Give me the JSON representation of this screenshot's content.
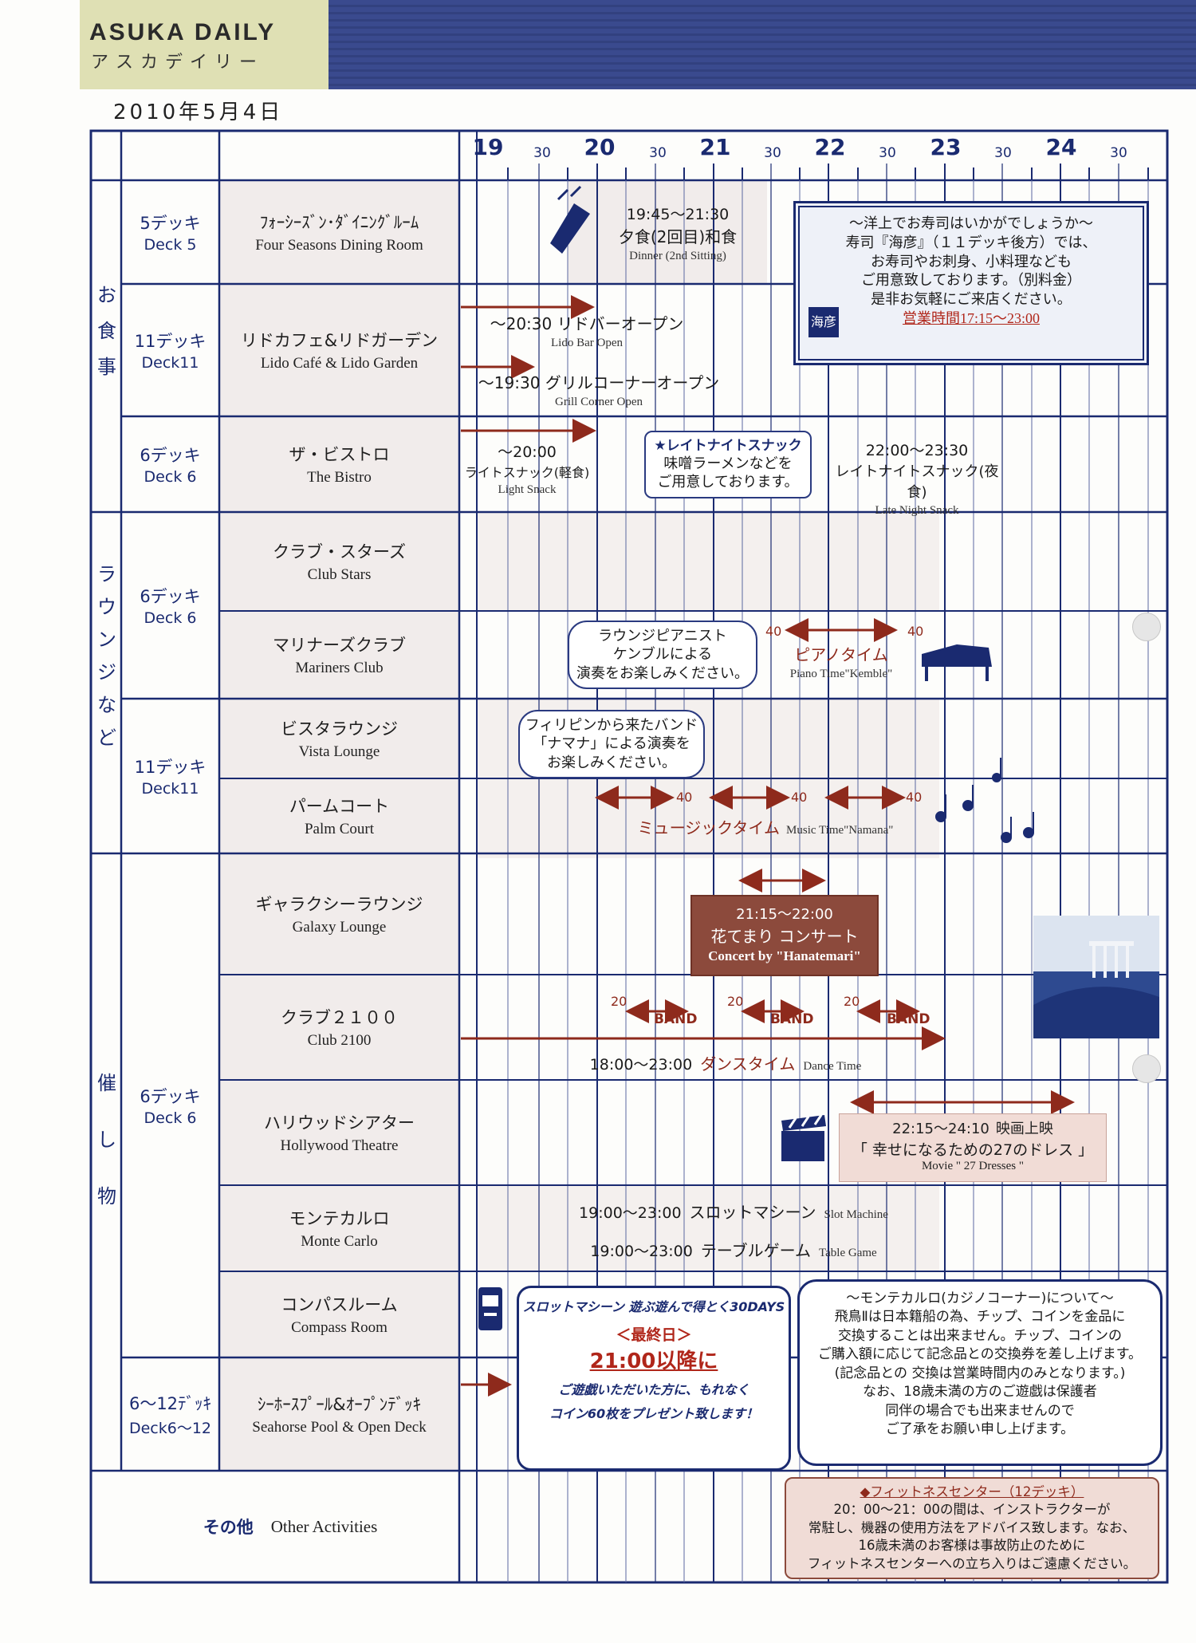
{
  "header": {
    "brand": "ASUKA DAILY",
    "brand_kana": "アスカデイリー",
    "date": "2010年5月4日"
  },
  "timeline": {
    "hours": [
      "19",
      "20",
      "21",
      "22",
      "23",
      "24"
    ],
    "half_label": "30"
  },
  "sections": {
    "dining": [
      "お",
      "食",
      "事"
    ],
    "lounge": [
      "ラ",
      "ウ",
      "ン",
      "ジ",
      "な",
      "ど"
    ],
    "events": [
      "催",
      "し",
      "物"
    ]
  },
  "decks": {
    "d5": {
      "jp": "5デッキ",
      "en": "Deck 5"
    },
    "d11a": {
      "jp": "11デッキ",
      "en": "Deck11"
    },
    "d6a": {
      "jp": "6デッキ",
      "en": "Deck 6"
    },
    "d6b": {
      "jp": "6デッキ",
      "en": "Deck 6"
    },
    "d11b": {
      "jp": "11デッキ",
      "en": "Deck11"
    },
    "d6c": {
      "jp": "6デッキ",
      "en": "Deck 6"
    },
    "d612": {
      "jp": "6〜12ﾃﾞｯｷ",
      "en": "Deck6〜12"
    }
  },
  "venues": {
    "four_seasons": {
      "jp": "ﾌｫｰｼｰｽﾞﾝ･ﾀﾞｲﾆﾝｸﾞﾙｰﾑ",
      "en": "Four Seasons Dining Room"
    },
    "lido": {
      "jp": "リドカフェ&リドガーデン",
      "en": "Lido Café & Lido Garden"
    },
    "bistro": {
      "jp": "ザ・ビストロ",
      "en": "The Bistro"
    },
    "club_stars": {
      "jp": "クラブ・スターズ",
      "en": "Club Stars"
    },
    "mariners": {
      "jp": "マリナーズクラブ",
      "en": "Mariners Club"
    },
    "vista": {
      "jp": "ビスタラウンジ",
      "en": "Vista Lounge"
    },
    "palm": {
      "jp": "パームコート",
      "en": "Palm Court"
    },
    "galaxy": {
      "jp": "ギャラクシーラウンジ",
      "en": "Galaxy Lounge"
    },
    "club2100": {
      "jp": "クラブ２１００",
      "en": "Club 2100"
    },
    "hollywood": {
      "jp": "ハリウッドシアター",
      "en": "Hollywood Theatre"
    },
    "monte": {
      "jp": "モンテカルロ",
      "en": "Monte Carlo"
    },
    "compass": {
      "jp": "コンパスルーム",
      "en": "Compass Room"
    },
    "seahorse": {
      "jp": "ｼｰﾎｰｽﾌﾟｰﾙ&ｵｰﾌﾟﾝﾃﾞｯｷ",
      "en": "Seahorse Pool & Open Deck"
    },
    "other": {
      "jp": "その他",
      "en": "Other Activities"
    }
  },
  "events": {
    "dinner": {
      "time": "19:45〜21:30",
      "jp": "夕食(2回目)和食",
      "en": "Dinner (2nd Sitting)"
    },
    "lido_bar": {
      "jp": "〜20:30 リドバーオープン",
      "en": "Lido Bar Open"
    },
    "grill": {
      "jp": "〜19:30 グリルコーナーオープン",
      "en": "Grill Corner Open"
    },
    "light_snack": {
      "time": "〜20:00",
      "jp": "ライトスナック(軽食)",
      "en": "Light Snack"
    },
    "late_snack_bubble": [
      "★レイトナイトスナック",
      "味噌ラーメンなどを",
      "ご用意しております。"
    ],
    "late_snack": {
      "time": "22:00〜23:30",
      "jp": "レイトナイトスナック(夜食)",
      "en": "Late Night Snack"
    },
    "sushi_box": [
      "〜洋上でお寿司はいかがでしょうか〜",
      "寿司『海彦』（１１デッキ後方）では、",
      "お寿司やお刺身、小料理なども",
      "ご用意致しております。（別料金）",
      "是非お気軽にご来店ください。"
    ],
    "sushi_hours": "営業時間17:15〜23:00",
    "sushi_logo": "海彦",
    "piano_bubble": [
      "ラウンジピアニスト",
      "ケンブルによる",
      "演奏をお楽しみください。"
    ],
    "piano": {
      "jp": "ピアノタイム",
      "en": "Piano Time\"Kemble\""
    },
    "band_bubble": [
      "フィリピンから来たバンド",
      "「ナマナ」による演奏を",
      "お楽しみください。"
    ],
    "music": {
      "jp": "ミュージックタイム",
      "en": "Music Time\"Namana\""
    },
    "concert": {
      "time": "21:15〜22:00",
      "jp": "花てまり コンサート",
      "en": "Concert by \"Hanatemari\""
    },
    "band_label": "BAND",
    "dance": {
      "time": "18:00〜23:00",
      "jp": "ダンスタイム",
      "en": "Dance Time"
    },
    "movie": {
      "time": "22:15〜24:10",
      "jp": "映画上映",
      "title": "「 幸せになるための27のドレス 」",
      "en": "Movie \" 27 Dresses \""
    },
    "slot": {
      "time": "19:00〜23:00",
      "jp": "スロットマシーン",
      "en": "Slot Machine"
    },
    "table": {
      "time": "19:00〜23:00",
      "jp": "テーブルゲーム",
      "en": "Table Game"
    },
    "slot_promo": {
      "title": "スロットマシーン 遊ぶ遊んで得とく30DAYS",
      "final": "＜最終日＞",
      "time": "21:00以降に",
      "line1": "ご遊戯いただいた方に、もれなく",
      "line2": "コイン60枚をプレゼント致します！"
    },
    "casino_box": [
      "〜モンテカルロ(カジノコーナー)について〜",
      "飛鳥Ⅱは日本籍船の為、チップ、コインを金品に",
      "交換することは出来ません。チップ、コインの",
      "ご購入額に応じて記念品との交換券を差し上げます。",
      "(記念品との 交換は営業時間内のみとなります。)",
      "なお、18歳未満の方のご遊戯は保護者",
      "同伴の場合でも出来ませんので",
      "ご了承をお願い申し上げます。"
    ],
    "fitness_box": [
      "◆フィットネスセンター（12デッキ）",
      "20：00〜21：00の間は、インストラクターが",
      "常駐し、機器の使用方法をアドバイス致します。なお、",
      "16歳未満のお客様は事故防止のために",
      "フィットネスセンターへの立ち入りはご遠慮ください。"
    ],
    "interval_num_40": "40",
    "interval_num_20": "20"
  },
  "colors": {
    "navy": "#1a2a70",
    "red": "#8e2a1c",
    "shade": "#f1ecec",
    "box_fill": "#8c4a3c"
  }
}
